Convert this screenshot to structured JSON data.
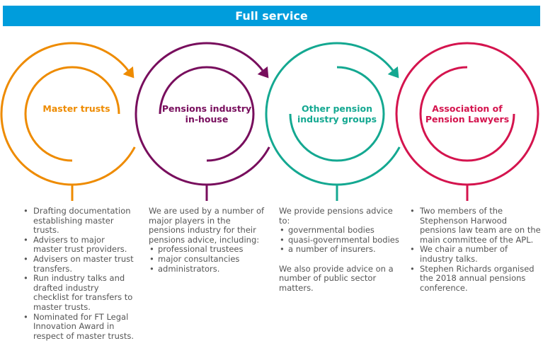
{
  "header": {
    "title": "Full service"
  },
  "colors": {
    "header_bg": "#009ddc",
    "master_trusts": "#ee8b00",
    "pensions_in_house": "#780e5d",
    "other_groups": "#14a891",
    "apl": "#d4144e",
    "body_text": "#555555"
  },
  "circles": [
    {
      "label": "Master trusts",
      "items": [
        "Drafting documentation establishing master trusts.",
        "Advisers to major master trust providers.",
        "Advisers on master trust transfers.",
        "Run industry talks and drafted industry checklist for transfers to master trusts.",
        "Nominated for FT Legal Innovation Award in respect of master trusts."
      ]
    },
    {
      "label": "Pensions industry in-house",
      "intro": "We are used by a number of major players in the pensions industry for their pensions advice, including:",
      "items": [
        "professional trustees",
        "major consultancies",
        "administrators."
      ]
    },
    {
      "label": "Other pension industry groups",
      "intro": "We provide pensions advice to:",
      "items": [
        "governmental bodies",
        "quasi-governmental bodies",
        "a number of insurers."
      ],
      "outro": "We also provide advice on a number of public sector matters."
    },
    {
      "label": "Association of Pension Lawyers",
      "items": [
        "Two members of the Stephenson Harwood pensions law team are on the main committee of the APL.",
        "We chair a number of industry talks.",
        "Stephen Richards organised the 2018 annual pensions conference."
      ]
    }
  ]
}
